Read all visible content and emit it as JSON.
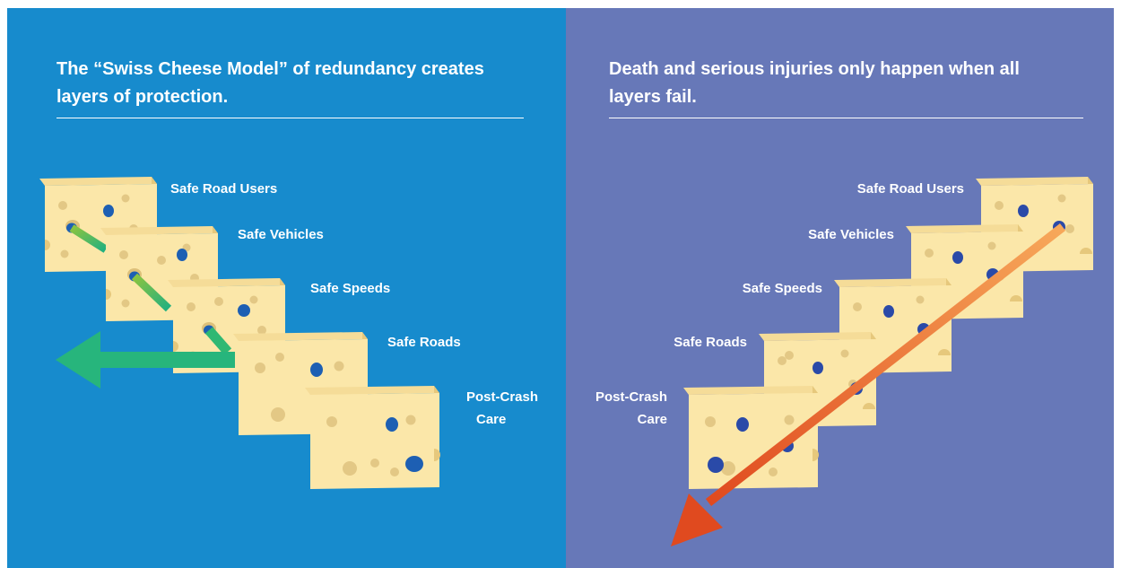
{
  "colors": {
    "left_background": "#178bcd",
    "right_background": "#6778b8",
    "cheese_face": "#fbe7a9",
    "cheese_side": "#e6c87c",
    "success_arrow": "#2fb873",
    "failure_arrow": "#e85a26"
  },
  "left_panel": {
    "heading": "The “Swiss Cheese Model” of redundancy creates layers of protection.",
    "layers": [
      "Safe Road Users",
      "Safe Vehicles",
      "Safe Speeds",
      "Safe Roads"
    ],
    "last_layer": [
      "Post-Crash",
      "Care"
    ],
    "arrow_icon": "green-deflected-arrow-icon"
  },
  "right_panel": {
    "heading": "Death and serious injuries only happen when all layers fail.",
    "layers": [
      "Safe Road Users",
      "Safe Vehicles",
      "Safe Speeds",
      "Safe Roads"
    ],
    "last_layer": [
      "Post-Crash",
      "Care"
    ],
    "arrow_icon": "orange-penetrating-arrow-icon"
  }
}
